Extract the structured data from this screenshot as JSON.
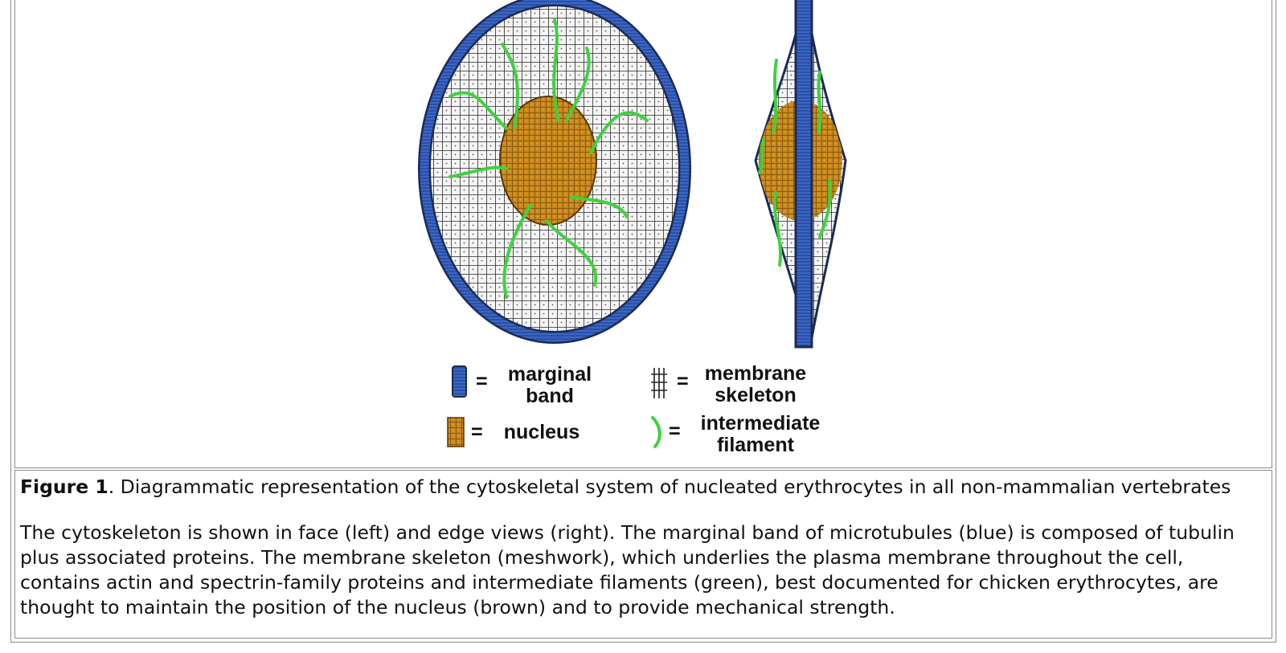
{
  "figure": {
    "legend": {
      "marginal_band": [
        "marginal",
        "band"
      ],
      "membrane_skeleton": [
        "membrane",
        "skeleton"
      ],
      "nucleus": "nucleus",
      "intermediate_filament": [
        "intermediate",
        "filament"
      ],
      "equals": "="
    },
    "colors": {
      "marginal_band": "#3a66c4",
      "nucleus": "#c98a1c",
      "filament": "#3fd13f",
      "mesh": "#222222"
    }
  },
  "caption": {
    "label": "Figure 1",
    "title_rest": ". Diagrammatic representation of the cytoskeletal system of nucleated erythrocytes in all non-mammalian vertebrates",
    "body": "The cytoskeleton is shown in face (left) and edge views (right). The marginal band of microtubules (blue) is composed of tubulin plus associated proteins. The membrane skeleton (meshwork), which underlies the plasma membrane throughout the cell, contains actin and spectrin-family proteins and intermediate filaments (green), best documented for chicken erythrocytes, are thought to maintain the position of the nucleus (brown) and to provide mechanical strength."
  }
}
